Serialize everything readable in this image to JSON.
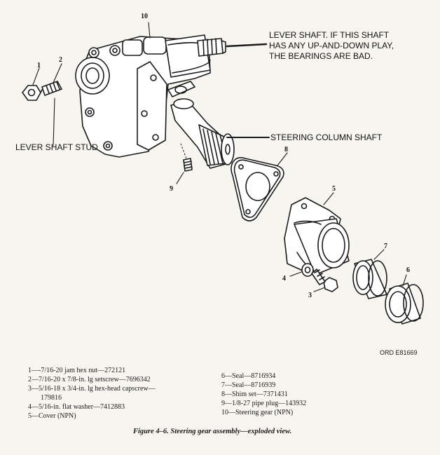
{
  "callouts": {
    "lever_shaft": [
      "LEVER SHAFT. IF THIS SHAFT",
      "HAS ANY UP-AND-DOWN PLAY,",
      "THE BEARINGS ARE BAD."
    ],
    "steering_column_shaft": "STEERING COLUMN SHAFT",
    "lever_shaft_stud": "LEVER SHAFT STUD"
  },
  "part_numbers": {
    "p1": "1",
    "p2": "2",
    "p3": "3",
    "p4": "4",
    "p5": "5",
    "p6": "6",
    "p7": "7",
    "p8": "8",
    "p9": "9",
    "p10": "10"
  },
  "ord_number": "ORD E81669",
  "legend": {
    "left": [
      {
        "text": "1—-7/16-20 jam hex nut—272121",
        "indent": false
      },
      {
        "text": "2—7/16-20 x 7/8-in. lg setscrew—7696342",
        "indent": false
      },
      {
        "text": "3—5/16-18 x 3/4-in. lg hex-head capscrew—",
        "indent": false
      },
      {
        "text": "179816",
        "indent": true
      },
      {
        "text": "4—5/16-in. flat washer—7412883",
        "indent": false
      },
      {
        "text": "5—Cover (NPN)",
        "indent": false
      }
    ],
    "right": [
      {
        "text": "6—Seal—8716934",
        "indent": false
      },
      {
        "text": "7—Seal—8716939",
        "indent": false
      },
      {
        "text": "8—Shim set—7371431",
        "indent": false
      },
      {
        "text": "9—1/8-27 pipe plug—143932",
        "indent": false
      },
      {
        "text": "10—Steering gear (NPN)",
        "indent": false
      }
    ]
  },
  "caption": "Figure 4–6. Steering gear assembly—exploded view."
}
